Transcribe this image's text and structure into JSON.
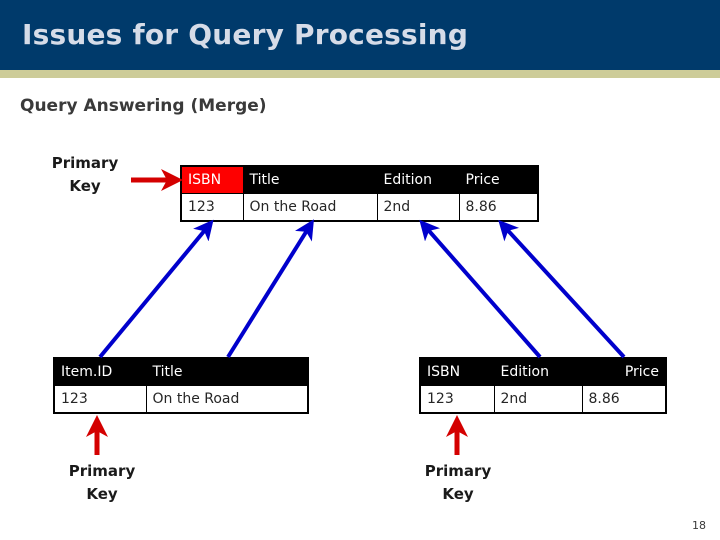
{
  "slide": {
    "title": "Issues for Query Processing",
    "subtitle": "Query Answering (Merge)",
    "page_number": "18",
    "colors": {
      "banner_bg": "#003a6b",
      "banner_stripe": "#cdcc99",
      "banner_text": "#d6dce8",
      "table_header_bg": "#000000",
      "table_header_text": "#ffffff",
      "primary_key_highlight": "#fe0000",
      "merge_arrow": "#0000cc",
      "key_arrow": "#d40000"
    }
  },
  "merged_table": {
    "name": "merged-result-table",
    "headers": [
      "ISBN",
      "Title",
      "Edition",
      "Price"
    ],
    "rows": [
      [
        "123",
        "On the Road",
        "2nd",
        "8.86"
      ]
    ],
    "primary_key_column": "ISBN"
  },
  "source_table_1": {
    "name": "source-table-item",
    "headers": [
      "Item.ID",
      "Title"
    ],
    "rows": [
      [
        "123",
        "On the Road"
      ]
    ],
    "primary_key_column": "Item.ID"
  },
  "source_table_2": {
    "name": "source-table-isbn",
    "headers": [
      "ISBN",
      "Edition",
      "Price"
    ],
    "rows": [
      [
        "123",
        "2nd",
        "8.86"
      ]
    ],
    "primary_key_column": "ISBN"
  },
  "labels": {
    "primary_key_top": "Primary\nKey",
    "primary_key_top_line1": "Primary",
    "primary_key_top_line2": "Key",
    "primary_key_bottom_left_line1": "Primary",
    "primary_key_bottom_left_line2": "Key",
    "primary_key_bottom_right_line1": "Primary",
    "primary_key_bottom_right_line2": "Key"
  }
}
